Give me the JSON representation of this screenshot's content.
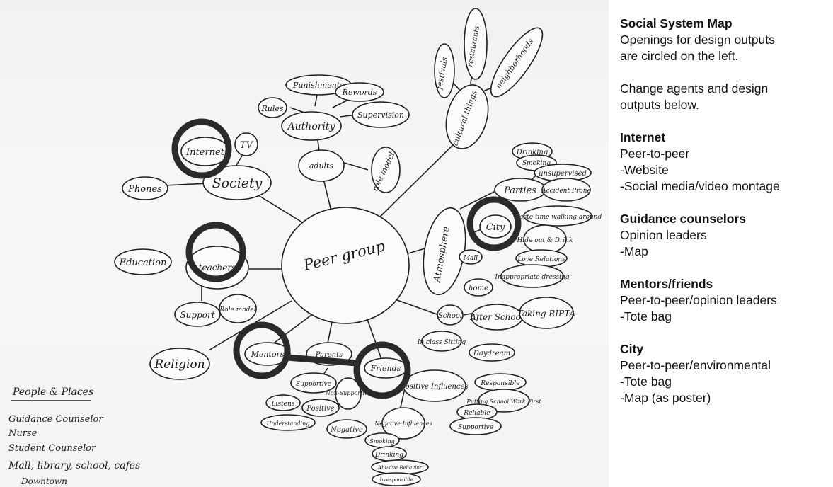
{
  "panel": {
    "title": "Social System Map",
    "intro": [
      "Openings for design outputs",
      "are circled on the left."
    ],
    "change": [
      "Change agents and design",
      "outputs below."
    ],
    "sections": [
      {
        "heading": "Internet",
        "lines": [
          "Peer-to-peer",
          "-Website",
          "-Social media/video montage"
        ]
      },
      {
        "heading": "Guidance counselors",
        "lines": [
          "Opinion leaders",
          "-Map"
        ]
      },
      {
        "heading": "Mentors/friends",
        "lines": [
          "Peer-to-peer/opinion leaders",
          "-Tote bag"
        ]
      },
      {
        "heading": "City",
        "lines": [
          "Peer-to-peer/environmental",
          "-Tote bag",
          "-Map (as poster)"
        ]
      }
    ]
  },
  "map": {
    "center": "Peer group",
    "nodes": {
      "society": "Society",
      "internet": "Internet",
      "tv": "TV",
      "phones": "Phones",
      "authority": "Authority",
      "rules": "Rules",
      "punishments": "Punishments",
      "rewords": "Rewords",
      "supervision": "Supervision",
      "adults": "adults",
      "role_model_top": "role model",
      "cultural": "cultural things",
      "festivals": "festivals",
      "restaurants": "restaurants",
      "neighborhoods": "neighborhoods",
      "atmosphere": "Atmosphere",
      "parties": "Parties",
      "drinking": "Drinking",
      "smoking": "Smoking",
      "unsupervised": "unsupervised",
      "accident": "Accident Prone",
      "city": "City",
      "waste": "Waste time walking around",
      "hide": "Hide out & Drink",
      "love": "Love Relations",
      "inappropriate": "Inappropriate dressing",
      "home": "home",
      "mall": "Mall",
      "school": "School",
      "after_school": "After School",
      "riptta": "Taking RIPTA",
      "in_class": "In class Sitting",
      "daydream": "Daydream",
      "education": "Education",
      "teachers": "teachers",
      "support": "Support",
      "role_model": "Role model",
      "religion": "Religion",
      "mentors": "Mentors",
      "parents": "Parents",
      "friends": "Friends",
      "supportive_a": "Supportive",
      "non_supportive": "Non-Supportive",
      "listens": "Listens",
      "positive": "Positive",
      "negative": "Negative",
      "understanding": "Understanding",
      "positive_influence": "Positive Influences",
      "responsible": "Responsible",
      "putting_school": "Putting School Work First",
      "reliable": "Reliable",
      "supportive_b": "Supportive",
      "negative_influences": "Negative Influences",
      "neg_smoking": "Smoking",
      "neg_drinking": "Drinking",
      "abusive": "Abusive Behavior",
      "irresponsible": "Irresponsible"
    },
    "people_places": {
      "heading": "People & Places",
      "items": [
        "Guidance Counselor",
        "Nurse",
        "Student Counselor",
        "Mall, library, school, cafes",
        "Downtown"
      ]
    }
  }
}
